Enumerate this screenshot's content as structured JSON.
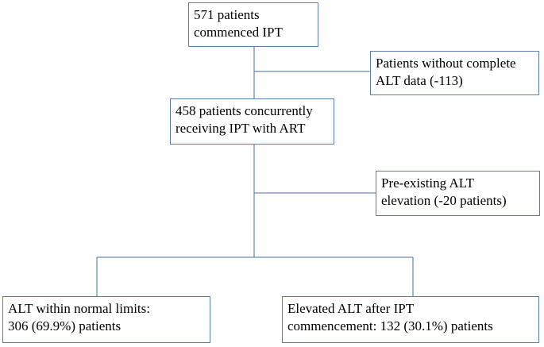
{
  "flowchart": {
    "start": {
      "line1": "571 patients",
      "line2": "commenced IPT"
    },
    "exclusion_1": {
      "line1": "Patients without complete",
      "line2": "ALT data (-113)"
    },
    "concurrent": {
      "line1": "458 patients concurrently",
      "line2": "receiving IPT with ART"
    },
    "exclusion_2": {
      "line1": "Pre-existing ALT",
      "line2": "elevation (-20 patients)"
    },
    "outcome_normal": {
      "line1": "ALT within normal limits:",
      "line2": "306 (69.9%) patients"
    },
    "outcome_elevated": {
      "line1": "Elevated ALT after IPT",
      "line2": "commencement: 132 (30.1%) patients"
    }
  },
  "colors": {
    "box_border": "#5b7db1",
    "connector": "#4a6fa0",
    "text": "#000000",
    "background": "#ffffff"
  }
}
